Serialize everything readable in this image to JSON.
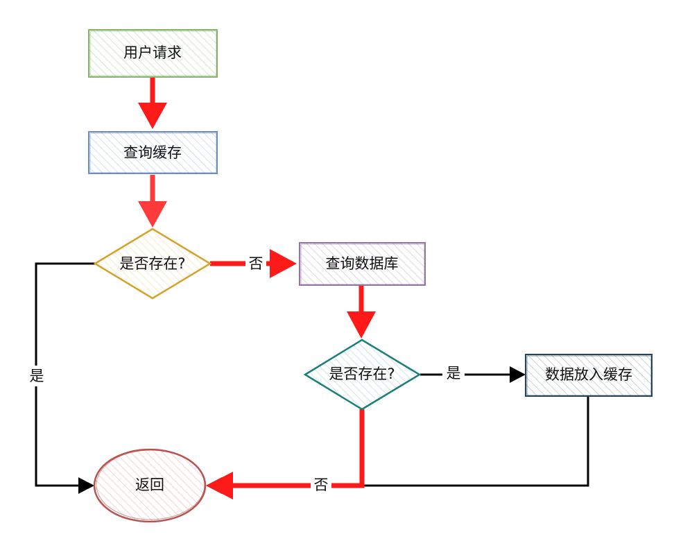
{
  "nodes": {
    "user_request": {
      "label": "用户请求",
      "stroke": "#82b366",
      "fill": "#d5e8d4"
    },
    "query_cache": {
      "label": "查询缓存",
      "stroke": "#6c8ebf",
      "fill": "#dae8fc"
    },
    "cache_exists": {
      "label": "是否存在?",
      "stroke": "#d6a22b",
      "fill": "#fff2cc"
    },
    "query_db": {
      "label": "查询数据库",
      "stroke": "#9673a6",
      "fill": "#e1d5e7"
    },
    "db_exists": {
      "label": "是否存在?",
      "stroke": "#1a7f7a",
      "fill": "#d0eeee"
    },
    "put_cache": {
      "label": "数据放入缓存",
      "stroke": "#23445d",
      "fill": "#cdd6de"
    },
    "return": {
      "label": "返回",
      "stroke": "#b85450",
      "fill": "#f8cecc"
    }
  },
  "edges": {
    "cache_no": "否",
    "cache_yes": "是",
    "db_yes": "是",
    "db_no": "否"
  },
  "colors": {
    "main_flow": "#ff1a1a",
    "side_flow": "#000000"
  }
}
